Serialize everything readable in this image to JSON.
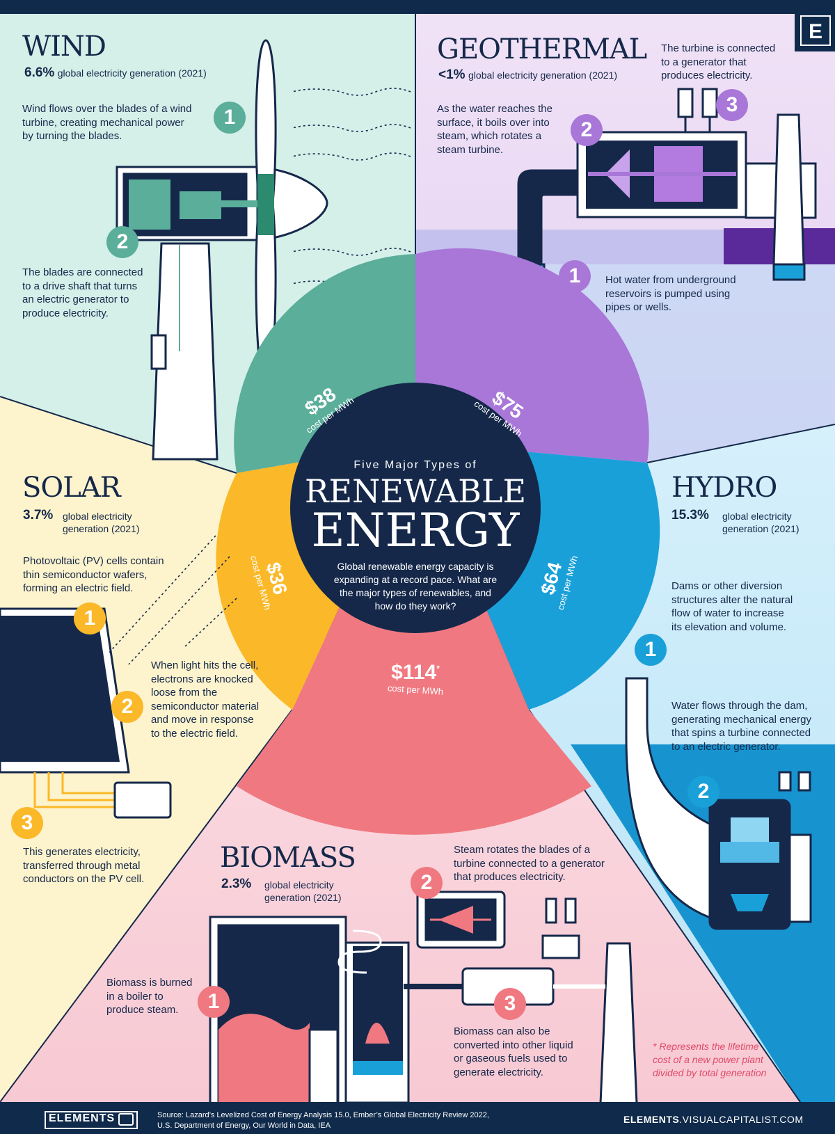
{
  "badge_letter": "E",
  "center": {
    "pre_title": "Five Major Types of",
    "title_line1": "RENEWABLE",
    "title_line2": "ENERGY",
    "intro": [
      "Global renewable energy capacity is",
      "expanding at a record pace. What are",
      "the major types of renewables, and",
      "how do they work?"
    ]
  },
  "colors": {
    "navy": "#0f2a4a",
    "wind": "#5aae9a",
    "geothermal": "#a877d8",
    "hydro": "#1aa0d8",
    "biomass": "#f07880",
    "solar": "#fbb828"
  },
  "wind": {
    "title": "WIND",
    "pct": "6.6%",
    "gen_label": "global electricity generation (2021)",
    "step1_num": "1",
    "step1": [
      "Wind flows over the blades of a wind",
      "turbine, creating mechanical power",
      "by turning the blades."
    ],
    "step2_num": "2",
    "step2": [
      "The blades are connected",
      "to a drive shaft that turns",
      "an electric generator to",
      "produce electricity."
    ],
    "cost": "$38",
    "cost_unit": "cost per MWh"
  },
  "geothermal": {
    "title": "GEOTHERMAL",
    "pct": "<1%",
    "gen_label": "global electricity generation (2021)",
    "step1_num": "1",
    "step1": [
      "Hot water from underground",
      "reservoirs is pumped using",
      "pipes or wells."
    ],
    "step2_num": "2",
    "step2": [
      "As the water reaches the",
      "surface, it boils over into",
      "steam, which rotates a",
      "steam turbine."
    ],
    "step3_num": "3",
    "step3": [
      "The turbine is connected",
      "to a generator that",
      "produces electricity."
    ],
    "cost": "$75",
    "cost_unit": "cost per MWh"
  },
  "solar": {
    "title": "SOLAR",
    "pct": "3.7%",
    "gen_label": [
      "global electricity",
      "generation (2021)"
    ],
    "step1_num": "1",
    "step1": [
      "Photovoltaic (PV) cells contain",
      "thin semiconductor wafers,",
      "forming an electric field."
    ],
    "step2_num": "2",
    "step2": [
      "When light hits the cell,",
      "electrons are knocked",
      "loose from the",
      "semiconductor material",
      "and move in response",
      "to the electric field."
    ],
    "step3_num": "3",
    "step3": [
      "This generates electricity,",
      "transferred through metal",
      "conductors on the PV cell."
    ],
    "cost": "$36",
    "cost_unit": "cost per MWh"
  },
  "hydro": {
    "title": "HYDRO",
    "pct": "15.3%",
    "gen_label": [
      "global electricity",
      "generation (2021)"
    ],
    "step1_num": "1",
    "step1": [
      "Dams or other diversion",
      "structures alter the natural",
      "flow of water to increase",
      "its elevation and volume."
    ],
    "step2_num": "2",
    "step2": [
      "Water flows through the dam,",
      "generating mechanical energy",
      "that spins a turbine connected",
      "to an electric generator."
    ],
    "cost": "$64",
    "cost_unit": "cost per MWh"
  },
  "biomass": {
    "title": "BIOMASS",
    "pct": "2.3%",
    "gen_label": [
      "global electricity",
      "generation (2021)"
    ],
    "step1_num": "1",
    "step1": [
      "Biomass is burned",
      "in a boiler to",
      "produce steam."
    ],
    "step2_num": "2",
    "step2": [
      "Steam rotates the blades of a",
      "turbine connected to a generator",
      "that produces electricity."
    ],
    "step3_num": "3",
    "step3": [
      "Biomass can also be",
      "converted into other liquid",
      "or gaseous fuels used to",
      "generate electricity."
    ],
    "cost": "$114",
    "cost_mark": "*",
    "cost_unit": "cost per MWh"
  },
  "footnote": [
    "* Represents the lifetime",
    "cost of a new power plant",
    "divided by total generation"
  ],
  "footer": {
    "brand": "ELEMENTS",
    "source": [
      "Source: Lazard’s Levelized Cost of Energy Analysis 15.0, Ember’s Global Electricity Review 2022,",
      "U.S. Department of Energy, Our World in Data, IEA"
    ],
    "site_bold": "ELEMENTS",
    "site_rest": ".VISUALCAPITALIST.COM"
  }
}
